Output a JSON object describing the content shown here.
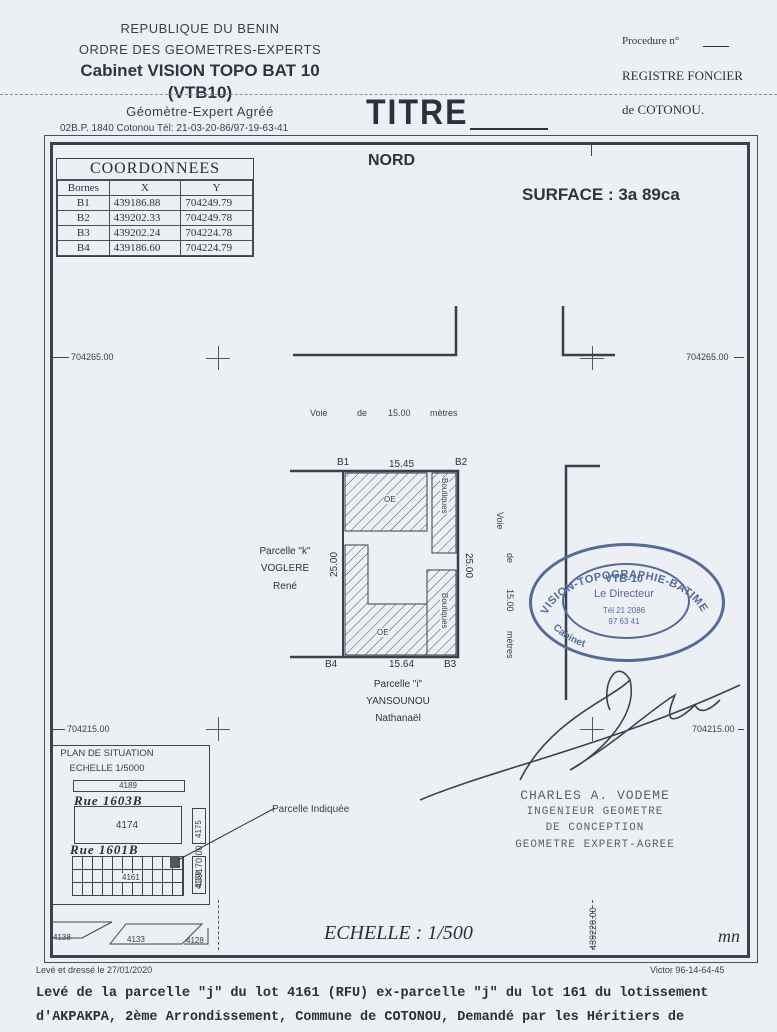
{
  "header": {
    "line1": "REPUBLIQUE DU BENIN",
    "line2": "ORDRE DES GEOMETRES-EXPERTS",
    "cabinet": "Cabinet VISION TOPO BAT 10",
    "cabinet_code": "(VTB10)",
    "role": "Géomètre-Expert Agréé",
    "address": "02B.P. 1840 Cotonou Tél: 21-03-20-86/97-19-63-41",
    "titre": "TITRE",
    "procedure": "Procedure n°",
    "registre": "REGISTRE FONCIER",
    "de_cotonou": "de COTONOU."
  },
  "plan": {
    "nord": "NORD",
    "surface": "SURFACE : 3a 89ca",
    "echelle": "ECHELLE : 1/500",
    "coord_labels": {
      "y_top_left": "704265.00",
      "y_top_right": "704265.00",
      "y_bot_left": "704215.00",
      "y_bot_right": "704215.00",
      "x_left": "439170.00",
      "x_right": "439220.00"
    },
    "voie_top": [
      "Voie",
      "de",
      "15.00",
      "mètres"
    ],
    "voie_right": [
      "Voie",
      "de",
      "15.00",
      "mètres"
    ],
    "parcel": {
      "b1": "B1",
      "b2": "B2",
      "b3": "B3",
      "b4": "B4",
      "top_dim": "15.45",
      "bottom_dim": "15.64",
      "left_dim": "25.00",
      "right_dim": "25.00",
      "oe_top": "OE",
      "oe_bottom": "OE",
      "boutiques_top": "Boutiques",
      "boutiques_bottom": "Boutiques"
    },
    "neighbor_k": [
      "Parcelle \"k\"",
      "VOGLERE",
      "René"
    ],
    "neighbor_i": [
      "Parcelle \"i\"",
      "YANSOUNOU",
      "Nathanaël"
    ]
  },
  "coords": {
    "title": "COORDONNEES",
    "headers": [
      "Bornes",
      "X",
      "Y"
    ],
    "rows": [
      [
        "B1",
        "439186.88",
        "704249.79"
      ],
      [
        "B2",
        "439202.33",
        "704249.78"
      ],
      [
        "B3",
        "439202.24",
        "704224.78"
      ],
      [
        "B4",
        "439186.60",
        "704224.79"
      ]
    ]
  },
  "situation": {
    "title": "PLAN DE SITUATION",
    "scale": "ECHELLE 1/5000",
    "lot_4189": "4189",
    "rue1": "Rue 1603B",
    "lot_4174": "4174",
    "lot_4175": "4175",
    "rue2": "Rue 1601B",
    "lot_4161": "4161",
    "lot_4159": "4159",
    "lot_4138": "4138",
    "lot_4133": "4133",
    "lot_4128": "4128",
    "parcelle_indiquee": "Parcelle Indiquée"
  },
  "stamp": {
    "ring_top": "VISION-TOPOGRAPHIE-BATIMENT-10",
    "ring_bottom": "Cabinet",
    "code": "VTB-10",
    "director": "Le Directeur",
    "tel": "Tél 21 2086",
    "tel2": "97 63 41"
  },
  "signatory": {
    "name": "CHARLES A. VODEME",
    "line2": "INGENIEUR GEOMETRE",
    "line3": "DE CONCEPTION",
    "line4": "GEOMETRE EXPERT-AGREE",
    "initials": "mn"
  },
  "footer": {
    "leve": "Levé et dressé le 27/01/2020",
    "victor": "Victor 96-14-64-45",
    "text1": "Levé de la parcelle \"j\" du lot 4161 (RFU) ex-parcelle \"j\" du lot 161 du lotissement",
    "text2": "d'AKPAKPA, 2ème Arrondissement, Commune de COTONOU, Demandé par les Héritiers de"
  }
}
